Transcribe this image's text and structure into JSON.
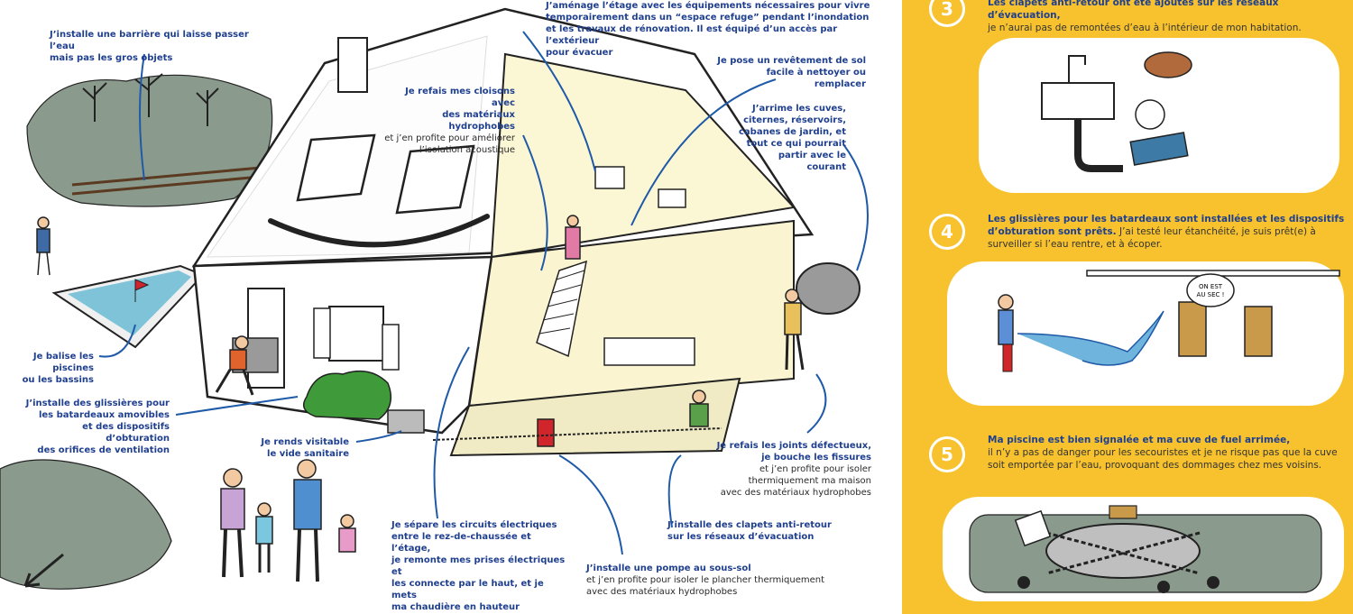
{
  "left_labels": {
    "barrier": {
      "bold": [
        "J’installe une barrière qui laisse passer l’eau",
        "mais pas les gros objets"
      ]
    },
    "etage": {
      "bold": [
        "J’aménage l’étage avec les équipements nécessaires pour vivre",
        "temporairement dans un “espace refuge” pendant l’inondation",
        "et les travaux de rénovation. Il est équipé d’un accès par l’extérieur",
        "pour évacuer"
      ]
    },
    "revetement": {
      "bold": [
        "Je pose un revêtement de sol",
        "facile à nettoyer ou remplacer"
      ]
    },
    "cloisons": {
      "bold": [
        "Je refais mes cloisons avec",
        "des matériaux hydrophobes"
      ],
      "plain": [
        "et j’en profite pour améliorer",
        "l’isolation acoustique"
      ]
    },
    "cuves": {
      "bold": [
        "J’arrime les cuves,",
        "citernes, réservoirs,",
        "cabanes de jardin, et",
        "tout ce qui pourrait",
        "partir avec le courant"
      ]
    },
    "piscines": {
      "bold": [
        "Je balise les piscines",
        "ou les bassins"
      ]
    },
    "glissieres": {
      "bold": [
        "J’installe des glissières pour",
        "les batardeaux amovibles",
        "et des dispositifs d’obturation",
        "des orifices de ventilation"
      ]
    },
    "vide": {
      "bold": [
        "Je rends visitable",
        "le vide sanitaire"
      ]
    },
    "joints": {
      "bold": [
        "Je refais les joints défectueux,",
        "je bouche les fissures"
      ],
      "plain": [
        "et j’en profite pour isoler",
        "thermiquement ma maison",
        "avec des matériaux hydrophobes"
      ]
    },
    "circuits": {
      "bold": [
        "Je sépare les circuits électriques",
        "entre le rez-de-chaussée et l’étage,",
        "je remonte mes prises électriques et",
        "les connecte par le haut, et je mets",
        "ma chaudière en hauteur"
      ]
    },
    "clapets": {
      "bold": [
        "J’installe des clapets anti-retour",
        "sur les réseaux d’évacuation"
      ]
    },
    "pompe": {
      "bold": [
        "J’installe une pompe au sous-sol"
      ],
      "plain": [
        "et j’en profite pour isoler le plancher thermiquement",
        "avec des matériaux hydrophobes"
      ]
    }
  },
  "right_panel": {
    "bg_color": "#f7c22d",
    "items": [
      {
        "num": "3",
        "bold": "Les clapets anti-retour ont été ajoutés sur les réseaux d’évacuation,",
        "plain": [
          "je n’aurai pas de remontées d’eau à l’intérieur de mon habitation."
        ]
      },
      {
        "num": "4",
        "bold_lines": [
          "Les glissières pour les batardeaux sont installées et les dispositifs",
          "d’obturation sont prêts."
        ],
        "plain_inline": " J’ai testé leur étanchéité, je suis prêt(e)",
        "plain": [
          "à surveiller si l’eau rentre, et à écoper."
        ]
      },
      {
        "num": "5",
        "bold": "Ma piscine est bien signalée et ma cuve de fuel arrimée,",
        "plain": [
          "il n’y a pas de danger pour les secouristes et je ne risque pas",
          "que la cuve soit emportée par l’eau, provoquant des dommages",
          "chez mes voisins."
        ]
      }
    ],
    "speech_bubble": [
      "ON EST",
      "AU SEC !"
    ]
  }
}
